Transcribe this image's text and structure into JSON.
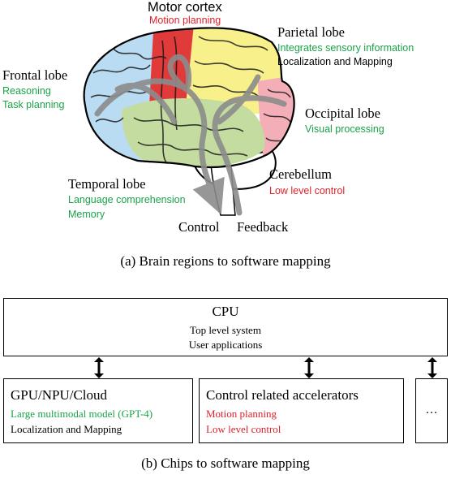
{
  "brain": {
    "motor": {
      "title": "Motor cortex",
      "line1": "Motion planning"
    },
    "parietal": {
      "title": "Parietal lobe",
      "line1": "Integrates sensory information",
      "line2": "Localization and Mapping"
    },
    "frontal": {
      "title": "Frontal lobe",
      "line1": "Reasoning",
      "line2": "Task planning"
    },
    "occipital": {
      "title": "Occipital lobe",
      "line1": "Visual processing"
    },
    "temporal": {
      "title": "Temporal lobe",
      "line1": "Language comprehension",
      "line2": "Memory"
    },
    "cerebellum": {
      "title": "Cerebellum",
      "line1": "Low level control"
    },
    "control_label": "Control",
    "feedback_label": "Feedback"
  },
  "caption_a": "(a) Brain regions to software mapping",
  "chips": {
    "cpu": {
      "title": "CPU",
      "line1": "Top level system",
      "line2": "User applications"
    },
    "gpu": {
      "title": "GPU/NPU/Cloud",
      "line1": "Large multimodal model (GPT-4)",
      "line2": "Localization and Mapping"
    },
    "control": {
      "title": "Control related accelerators",
      "line1": "Motion planning",
      "line2": "Low level control"
    },
    "more": {
      "title": "…"
    }
  },
  "caption_b": "(b) Chips to software mapping",
  "colors": {
    "frontal": "#b9dcf2",
    "motor": "#e03a3a",
    "parietal": "#f8f08a",
    "temporal": "#c4dca0",
    "occipital": "#f4aeb8",
    "cerebellum": "#ffffff",
    "arrow": "#8c8c8c",
    "green_text": "#1aa34a",
    "red_text": "#e0202a"
  }
}
